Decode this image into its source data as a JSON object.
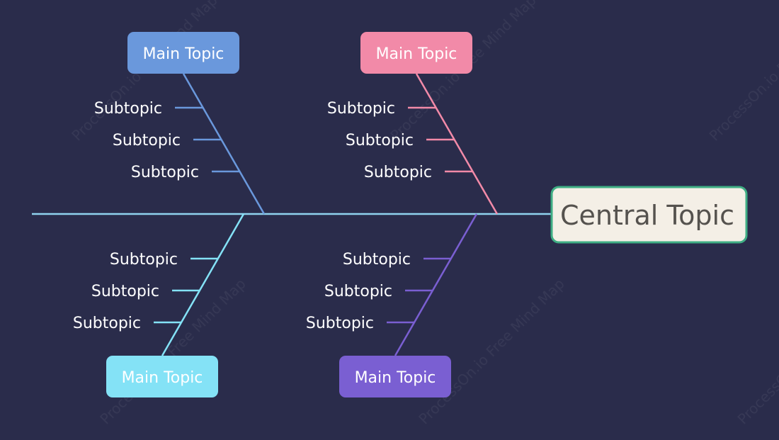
{
  "diagram": {
    "background": "#2a2c4b",
    "spine_color": "#8fd3ee",
    "central_topic": {
      "label": "Central Topic",
      "fill": "#f4efe6",
      "border": "#3fae84",
      "text_color": "#55524e"
    },
    "branches": [
      {
        "label": "Main Topic",
        "color": "#6a98dc",
        "side": "top",
        "subtopics": [
          "Subtopic",
          "Subtopic",
          "Subtopic"
        ]
      },
      {
        "label": "Main Topic",
        "color": "#f28aa8",
        "side": "top",
        "subtopics": [
          "Subtopic",
          "Subtopic",
          "Subtopic"
        ]
      },
      {
        "label": "Main Topic",
        "color": "#84e2f6",
        "side": "bottom",
        "subtopics": [
          "Subtopic",
          "Subtopic",
          "Subtopic"
        ]
      },
      {
        "label": "Main Topic",
        "color": "#7a5fd2",
        "side": "bottom",
        "subtopics": [
          "Subtopic",
          "Subtopic",
          "Subtopic"
        ]
      }
    ],
    "watermark": "ProcessOn.io Free Mind Map"
  }
}
